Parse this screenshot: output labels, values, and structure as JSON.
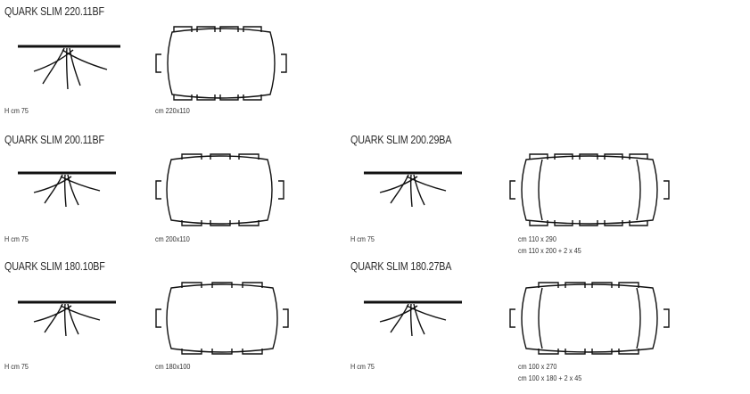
{
  "products": [
    {
      "title": "QUARK SLIM 220.11BF",
      "height": "H cm 75",
      "dims": [
        "cm 220x110"
      ]
    },
    {
      "title": "QUARK SLIM 200.11BF",
      "height": "H cm 75",
      "dims": [
        "cm 200x110"
      ]
    },
    {
      "title": "QUARK SLIM 200.29BA",
      "height": "H cm 75",
      "dims": [
        "cm 110 x 290",
        "cm 110 x 200 + 2 x 45"
      ]
    },
    {
      "title": "QUARK SLIM 180.10BF",
      "height": "H cm 75",
      "dims": [
        "cm 180x100"
      ]
    },
    {
      "title": "QUARK SLIM 180.27BA",
      "height": "H cm 75",
      "dims": [
        "cm 100 x 270",
        "cm 100 x 180 + 2 x 45"
      ]
    }
  ],
  "icons": {
    "side_view": "table-side-view-icon",
    "top_view": "table-top-view-icon"
  }
}
